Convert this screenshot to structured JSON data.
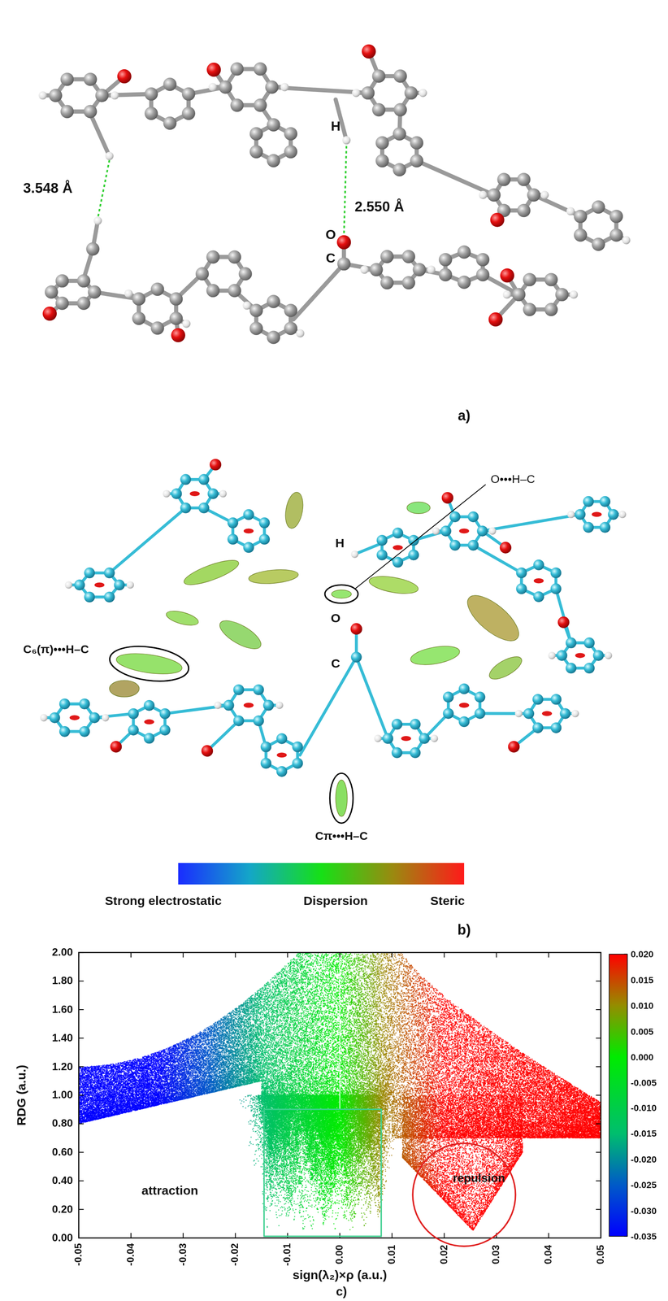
{
  "diagram": {
    "labels": [
      "3.548 Å",
      "H",
      "2.550 Å",
      "O",
      "C",
      "a)",
      "O•••H–C",
      "H",
      "C₆(π)•••H–C",
      "O",
      "C",
      "Cπ•••H–C",
      "Strong electrostatic",
      "Dispersion",
      "Steric",
      "b)",
      "2.00",
      "1.80",
      "1.60",
      "1.40",
      "1.20",
      "1.00",
      "0.80",
      "0.60",
      "0.40",
      "0.20",
      "0.00",
      "-0.05",
      "-0.04",
      "-0.03",
      "-0.02",
      "-0.01",
      "0.00",
      "0.01",
      "0.02",
      "0.03",
      "0.04",
      "0.05",
      "0.020",
      "0.015",
      "0.010",
      "0.005",
      "0.000",
      "-0.005",
      "-0.010",
      "-0.015",
      "-0.020",
      "-0.025",
      "-0.030",
      "-0.035",
      "RDG (a.u.)",
      "sign(λ₂)×ρ (a.u.)",
      "attraction",
      "repulsion",
      "c)"
    ]
  }
}
